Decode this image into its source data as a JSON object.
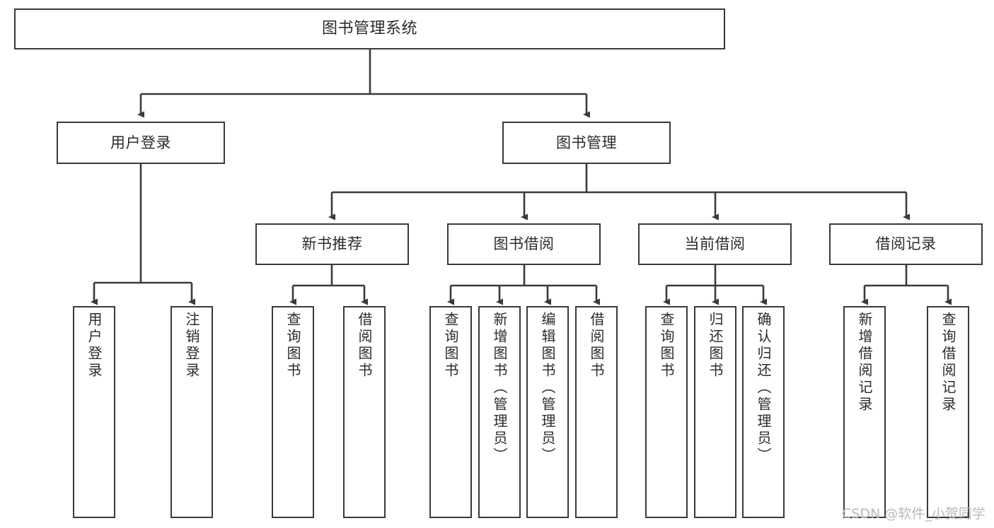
{
  "diagram": {
    "type": "tree",
    "title": "图书管理系统",
    "orientation": "top-down",
    "line_color": "#3a3a3a",
    "box_fill": "#ffffff",
    "text_color": "#2b2b2b"
  },
  "nodes": {
    "root": {
      "label": "图书管理系统"
    },
    "level2": [
      {
        "id": "user-login",
        "label": "用户登录"
      },
      {
        "id": "book-manage",
        "label": "图书管理"
      }
    ],
    "level3": [
      {
        "id": "new-book-recommend",
        "label": "新书推荐"
      },
      {
        "id": "book-borrow",
        "label": "图书借阅"
      },
      {
        "id": "current-borrow",
        "label": "当前借阅"
      },
      {
        "id": "borrow-record",
        "label": "借阅记录"
      }
    ],
    "leaves": {
      "user_login": [
        {
          "id": "leaf-user-login",
          "label": "用户登录"
        },
        {
          "id": "leaf-logout-login",
          "label": "注销登录"
        }
      ],
      "new_book_recommend": [
        {
          "id": "leaf-query-book-1",
          "label": "查询图书"
        },
        {
          "id": "leaf-borrow-book-1",
          "label": "借阅图书"
        }
      ],
      "book_borrow": [
        {
          "id": "leaf-query-book-2",
          "label": "查询图书"
        },
        {
          "id": "leaf-add-book",
          "label": "新增图书（管理员）"
        },
        {
          "id": "leaf-edit-book",
          "label": "编辑图书（管理员）"
        },
        {
          "id": "leaf-borrow-book-2",
          "label": "借阅图书"
        }
      ],
      "current_borrow": [
        {
          "id": "leaf-query-book-3",
          "label": "查询图书"
        },
        {
          "id": "leaf-return-book",
          "label": "归还图书"
        },
        {
          "id": "leaf-confirm-return",
          "label": "确认归还（管理员）"
        }
      ],
      "borrow_record": [
        {
          "id": "leaf-add-record",
          "label": "新增借阅记录"
        },
        {
          "id": "leaf-query-record",
          "label": "查询借阅记录"
        }
      ]
    }
  },
  "watermark": {
    "text": "CSDN @软件_小贺同学",
    "color": "#b9b9b9"
  }
}
